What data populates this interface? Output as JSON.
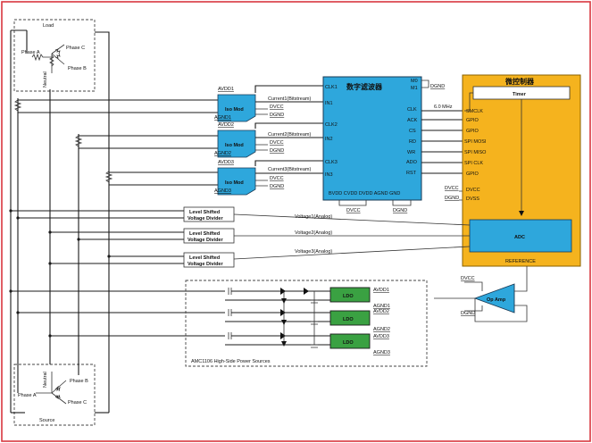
{
  "colors": {
    "frame": "#d9373f",
    "dsp_blue": "#2ea7dc",
    "mcu_orange": "#f5b31e",
    "adc_blue": "#2ea7dc",
    "ldo_green": "#3aa142",
    "iso_blue": "#2ea7dc",
    "opamp_blue": "#2ea7dc"
  },
  "load": {
    "title": "Load",
    "phase_a": "Phase A",
    "phase_b": "Phase B",
    "phase_c": "Phase C",
    "neutral": "Neutral"
  },
  "source": {
    "title": "Source",
    "phase_a": "Phase A",
    "phase_b": "Phase B",
    "phase_c": "Phase C",
    "neutral": "Neutral"
  },
  "iso_mods": [
    {
      "label": "Iso Mod",
      "avdd": "AVDD1",
      "agnd": "AGND1",
      "out": "Current1(Bitstream)",
      "dvcc": "DVCC",
      "dgnd": "DGND"
    },
    {
      "label": "Iso Mod",
      "avdd": "AVDD2",
      "agnd": "AGND2",
      "out": "Current2(Bitstream)",
      "dvcc": "DVCC",
      "dgnd": "DGND"
    },
    {
      "label": "Iso Mod",
      "avdd": "AVDD3",
      "agnd": "AGND3",
      "out": "Current3(Bitstream)",
      "dvcc": "DVCC",
      "dgnd": "DGND"
    }
  ],
  "dsp": {
    "title": "数字滤波器",
    "left_pins": [
      "CLK1",
      "IN1",
      "CLK2",
      "IN2",
      "CLK3",
      "IN3"
    ],
    "right_pins": [
      "CLK",
      "ACK",
      "CS",
      "RD",
      "WR",
      "ADO",
      "RST"
    ],
    "m_pins": [
      "M0",
      "M1"
    ],
    "bottom_pins": "BVDD CVDD DVDD    AGND GND",
    "m_gnd": "DGND",
    "bottom_left": "DVCC",
    "bottom_right": "DGND"
  },
  "mcu": {
    "title": "微控制器",
    "timer": "Timer",
    "pins": [
      "SMCLK",
      "GPIO",
      "GPIO",
      "SPI MOSI",
      "SPI MISO",
      "SPI CLK",
      "GPIO"
    ],
    "power": [
      "DVCC",
      "DVSS"
    ],
    "power_left": [
      "DVCC",
      "DGND"
    ],
    "clock": "6.0 MHz",
    "adc": "ADC",
    "reference": "REFERENCE"
  },
  "dividers": [
    {
      "line1": "Level Shifted",
      "line2": "Voltage Divider",
      "signal": "Voltage1(Analog)"
    },
    {
      "line1": "Level Shifted",
      "line2": "Voltage Divider",
      "signal": "Voltage2(Analog)"
    },
    {
      "line1": "Level Shifted",
      "line2": "Voltage Divider",
      "signal": "Voltage3(Analog)"
    }
  ],
  "opamp": {
    "label": "Op Amp",
    "dvcc": "DVCC",
    "dgnd": "DGND"
  },
  "power_sources": {
    "title": "AMC1106 High-Side Power Sources",
    "ldos": [
      {
        "label": "LDO",
        "out": "AVDD1",
        "gnd": "AGND1"
      },
      {
        "label": "LDO",
        "out": "AVDD2",
        "gnd": "AGND2"
      },
      {
        "label": "LDO",
        "out": "AVDD3",
        "gnd": "AGND3"
      }
    ]
  }
}
